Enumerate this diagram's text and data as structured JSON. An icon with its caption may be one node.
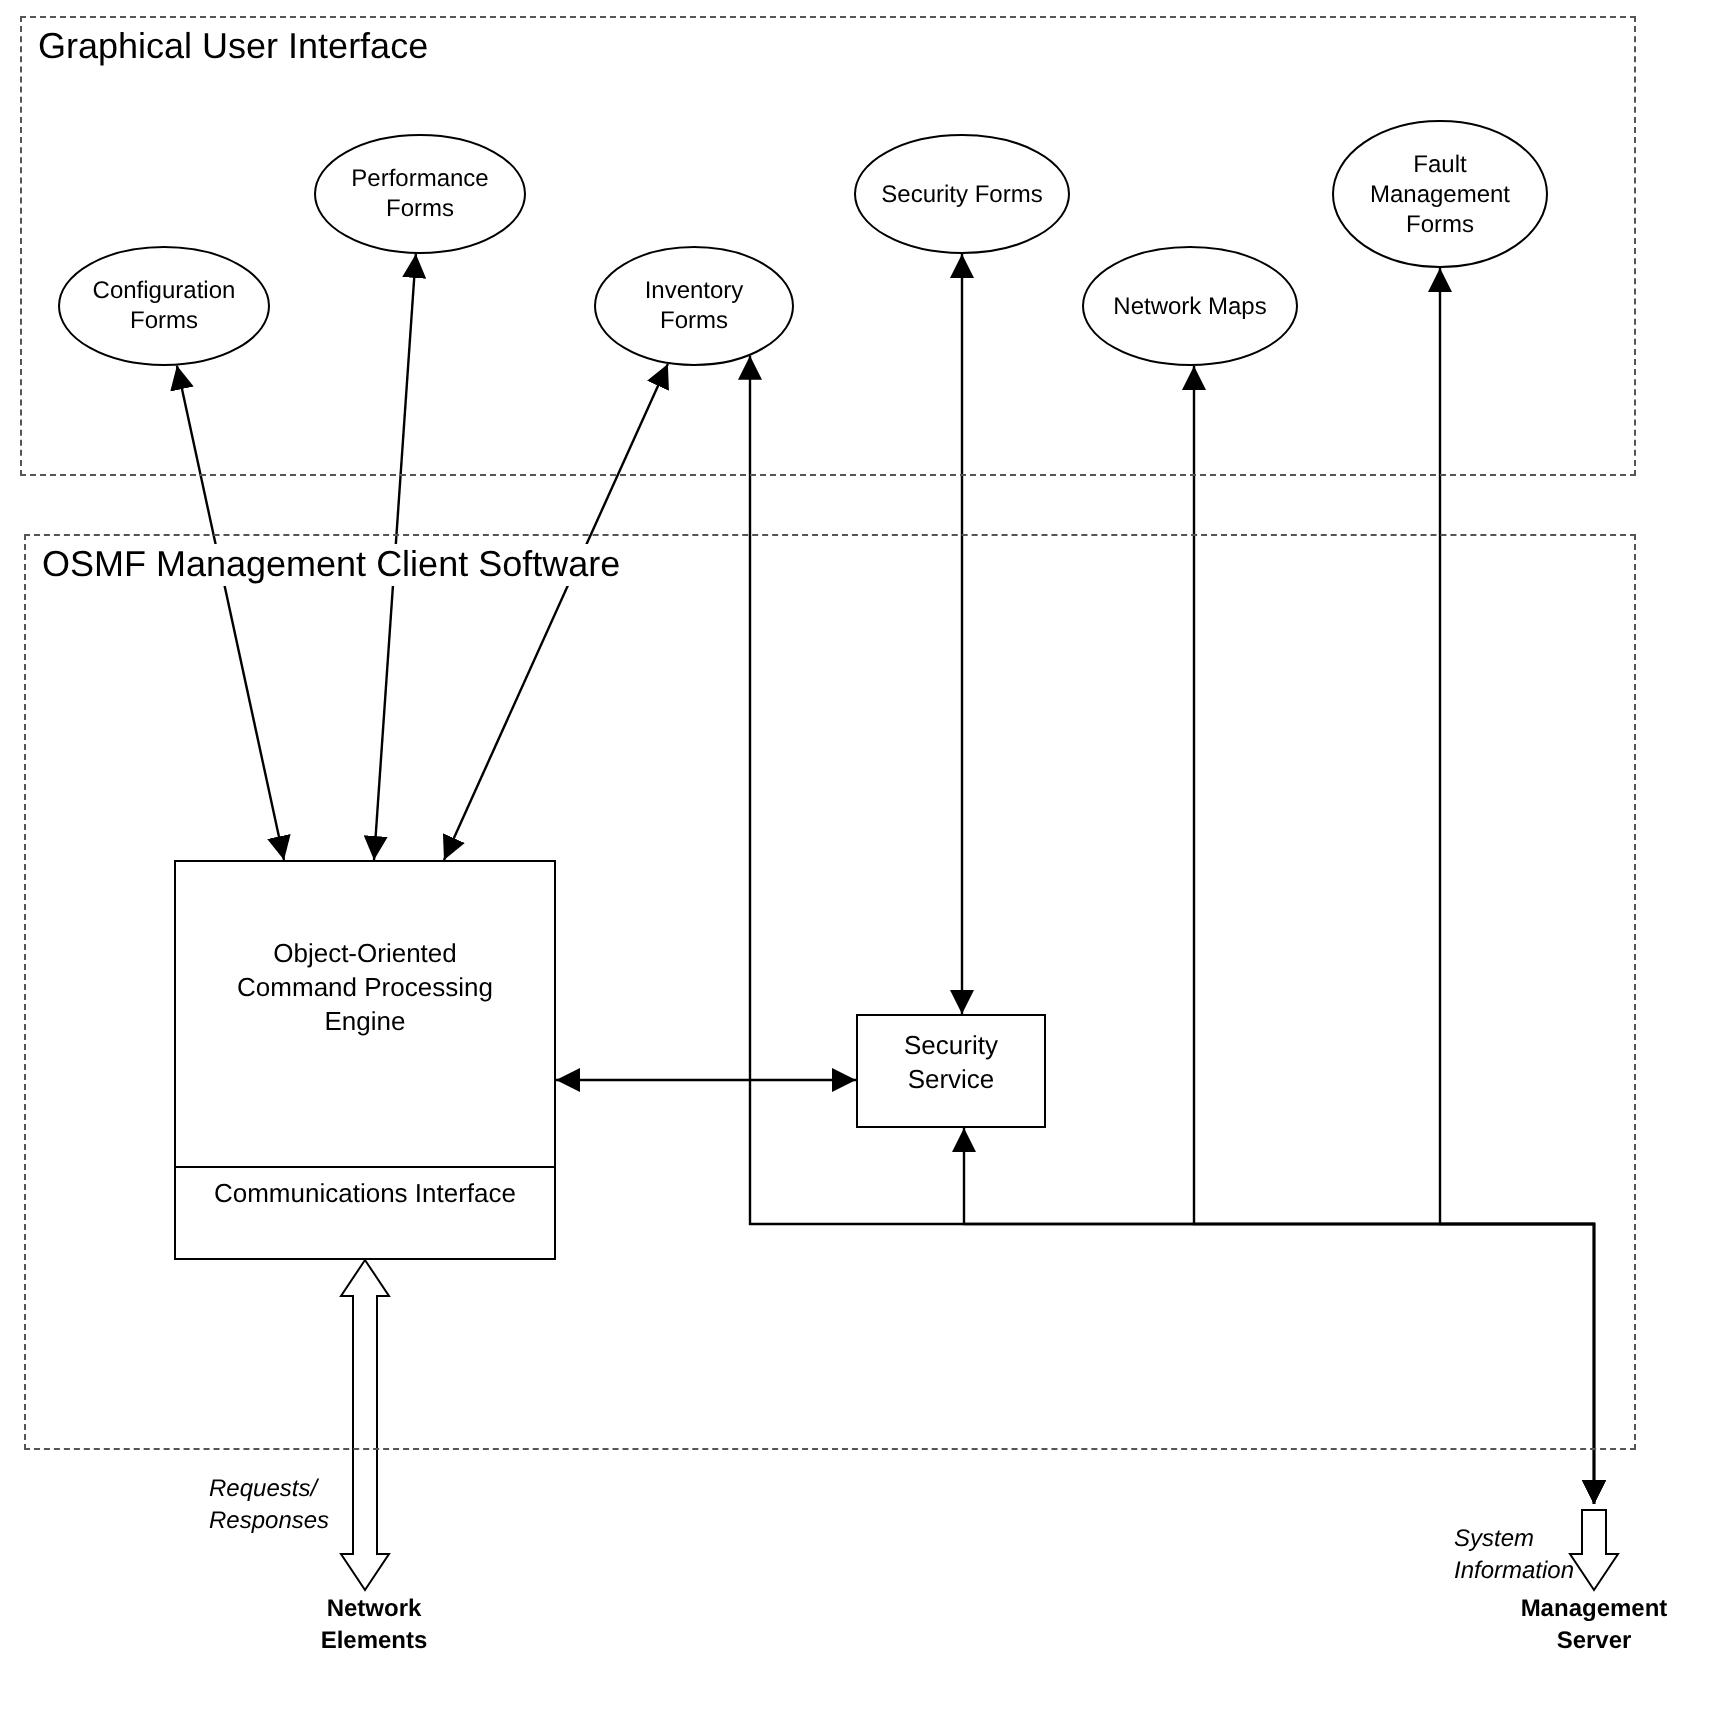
{
  "diagram": {
    "nodes": [
      {
        "text": [
          "Graphical User Interface"
        ]
      },
      {
        "text": [
          "Configuration Forms"
        ],
        "in": 0
      },
      {
        "text": [
          "Performance Forms"
        ],
        "in": 0
      },
      {
        "text": [
          "Inventory Forms"
        ],
        "in": 0
      },
      {
        "text": [
          "Security Forms"
        ],
        "in": 0
      },
      {
        "text": [
          "Network Maps"
        ],
        "in": 0
      },
      {
        "text": [
          "Fault Management Forms"
        ],
        "in": 0
      },
      {
        "text": [
          "OSMF Management Client Software"
        ]
      },
      {
        "text": [
          "Object-Oriented Command Processing Engine"
        ],
        "in": 7
      },
      {
        "text": [
          "Communications Interface"
        ],
        "in": 8
      },
      {
        "text": [
          "Security Service"
        ],
        "in": 7
      },
      {
        "text": [
          "Network Elements"
        ]
      },
      {
        "text": [
          "Management Server"
        ]
      }
    ],
    "edges": [
      {
        "from": 1,
        "to": 8,
        "arrow": "both"
      },
      {
        "from": 2,
        "to": 8,
        "arrow": "both"
      },
      {
        "from": 3,
        "to": 8,
        "arrow": "both"
      },
      {
        "from": 4,
        "to": 10,
        "arrow": "both"
      },
      {
        "from": 8,
        "to": 10,
        "arrow": "both"
      },
      {
        "from": 9,
        "to": 11,
        "arrow": "both",
        "label": "Requests/ Responses",
        "style": "thick"
      },
      {
        "from": null,
        "to": 12,
        "arrow": "to",
        "label": "System Information",
        "style": "thick"
      },
      {
        "from": 12,
        "to": 3,
        "arrow": "both"
      },
      {
        "from": 12,
        "to": 10,
        "arrow": "both"
      },
      {
        "from": 12,
        "to": 5,
        "arrow": "both"
      },
      {
        "from": 12,
        "to": 6,
        "arrow": "both"
      }
    ]
  }
}
